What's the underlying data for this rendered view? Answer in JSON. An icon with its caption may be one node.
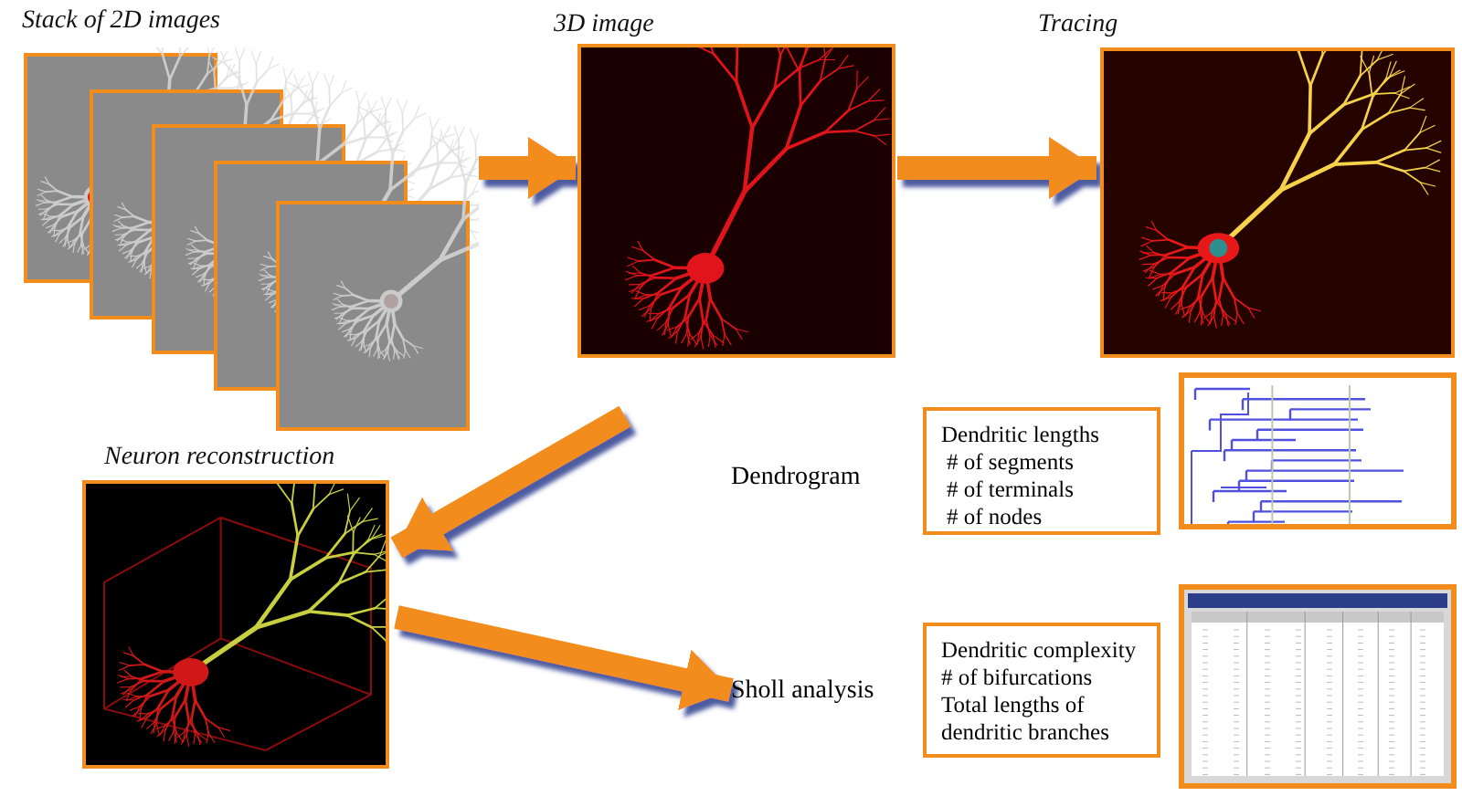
{
  "diagram": {
    "nodes": [
      {
        "text": [
          "Stack of 2D images"
        ]
      },
      {
        "text": [
          "3D image"
        ]
      },
      {
        "text": [
          "Tracing"
        ]
      },
      {
        "text": [
          "Neuron reconstruction"
        ]
      },
      {
        "text": [
          "Dendrogram"
        ]
      },
      {
        "text": [
          "Sholl analysis"
        ]
      },
      {
        "text": [
          "Dendritic lengths",
          "# of segments",
          "# of terminals",
          "# of nodes"
        ]
      },
      {
        "text": [
          "Dendritic complexity",
          "# of bifurcations",
          "Total lengths of dendritic branches"
        ]
      },
      {
        "text": [],
        "shape": "picture"
      },
      {
        "text": [],
        "shape": "picture"
      }
    ],
    "edges": [
      {
        "from": 0,
        "to": 1,
        "arrow": "to"
      },
      {
        "from": 1,
        "to": 2,
        "arrow": "to"
      },
      {
        "from": null,
        "to": 3,
        "arrow": "to"
      },
      {
        "from": 3,
        "to": 5,
        "arrow": "to"
      }
    ]
  }
}
